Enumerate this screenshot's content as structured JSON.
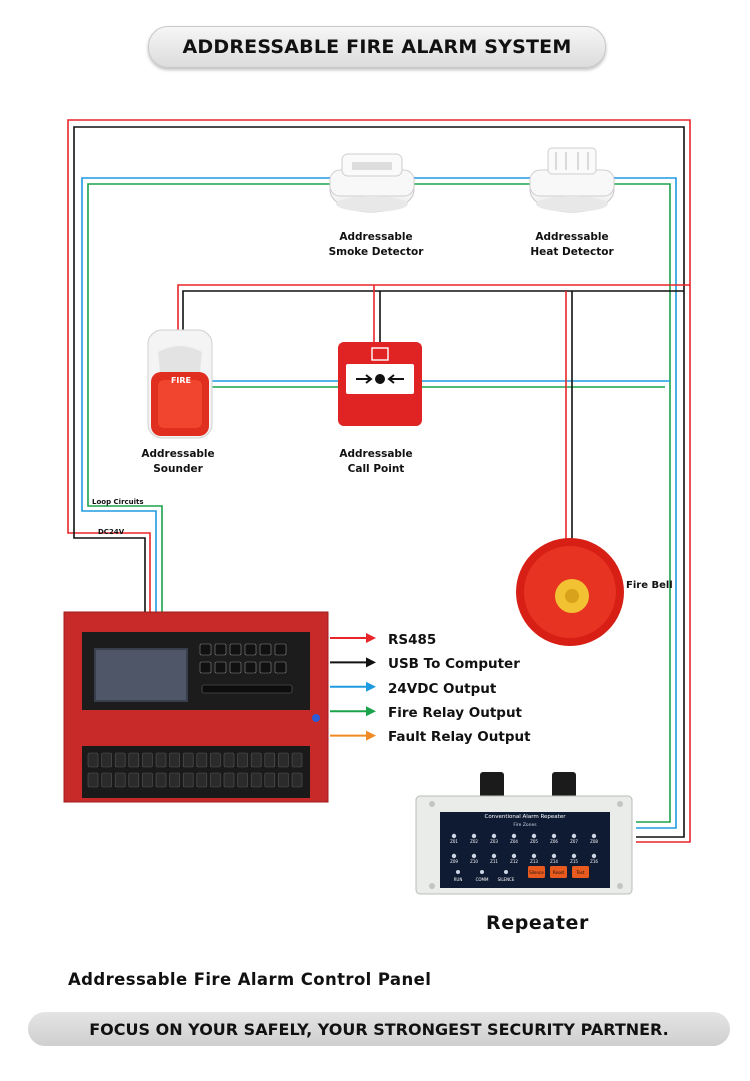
{
  "title": "ADDRESSABLE FIRE ALARM SYSTEM",
  "devices": {
    "smoke_detector": [
      "Addressable",
      "Smoke Detector"
    ],
    "heat_detector": [
      "Addressable",
      "Heat Detector"
    ],
    "sounder": [
      "Addressable",
      "Sounder"
    ],
    "call_point": [
      "Addressable",
      "Call Point"
    ],
    "fire_bell": "Fire Bell"
  },
  "sounder_text": "FIRE",
  "wire_labels": {
    "loop_circuits": "Loop Circuits",
    "dc24v": "DC24V"
  },
  "outputs": [
    {
      "label": "RS485",
      "color": "#e8262a"
    },
    {
      "label": "USB To Computer",
      "color": "#111111"
    },
    {
      "label": "24VDC Output",
      "color": "#1e9be0"
    },
    {
      "label": "Fire Relay Output",
      "color": "#1aa34a"
    },
    {
      "label": "Fault Relay Output",
      "color": "#f08a24"
    }
  ],
  "repeater": {
    "title": "Repeater",
    "panel_heading": "Conventional Alarm Repeater",
    "zones_heading": "Fire Zones",
    "zone_row1": [
      "Z01",
      "Z02",
      "Z03",
      "Z04",
      "Z05",
      "Z06",
      "Z07",
      "Z08"
    ],
    "zone_row2": [
      "Z09",
      "Z10",
      "Z11",
      "Z12",
      "Z13",
      "Z14",
      "Z15",
      "Z16"
    ],
    "status": [
      "RUN",
      "COMM",
      "SILENCE"
    ],
    "buttons": [
      "Silence",
      "Reset",
      "Test"
    ]
  },
  "control_panel_label": "Addressable Fire Alarm Control Panel",
  "footer": "FOCUS ON YOUR SAFELY, YOUR STRONGEST SECURITY PARTNER.",
  "colors": {
    "wire_red": "#e8262a",
    "wire_black": "#111111",
    "wire_blue": "#1e9be0",
    "wire_green": "#1aa34a",
    "panel_red": "#c82a2a"
  }
}
